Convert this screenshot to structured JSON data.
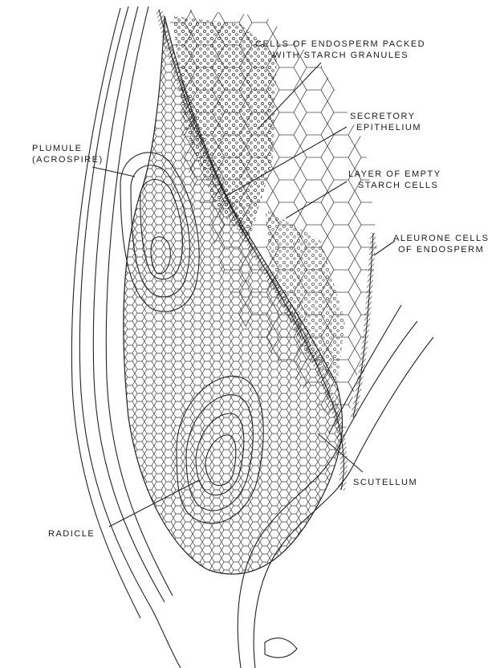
{
  "diagram": {
    "labels": {
      "endosperm_starch": [
        "CELLS OF ENDOSPERM PACKED",
        "WITH STARCH GRANULES"
      ],
      "secretory": [
        "SECRETORY",
        "EPITHELIUM"
      ],
      "plumule": [
        "PLUMULE",
        "(ACROSPIRE)"
      ],
      "empty_starch": [
        "LAYER OF EMPTY",
        "STARCH CELLS"
      ],
      "aleurone": [
        "ALEURONE CELLS",
        "OF ENDOSPERM"
      ],
      "radicle": "RADICLE",
      "scutellum": "SCUTELLUM"
    },
    "colors": {
      "ink": "#1a1a1a",
      "paper": "#ffffff"
    }
  }
}
